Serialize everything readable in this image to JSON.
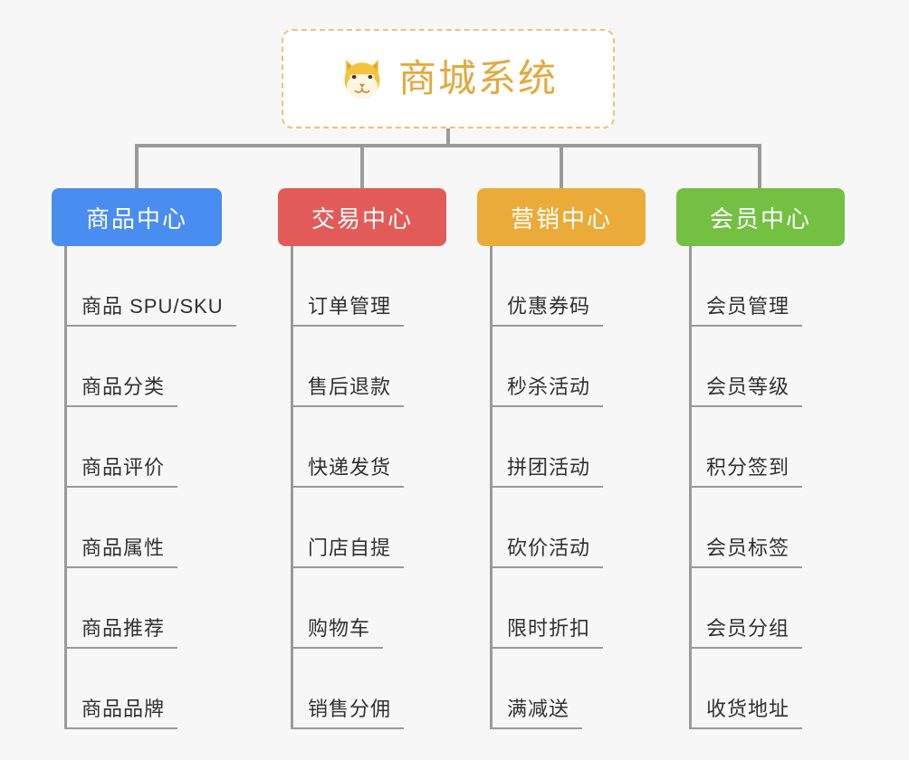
{
  "diagram": {
    "title": "商城系统",
    "root_icon": "shiba-dog-face-icon",
    "background_color": "#f7f7f7",
    "root": {
      "label": "商城系统",
      "border_color": "#f0c070",
      "text_color": "#e3a93e",
      "background_color": "#ffffff"
    },
    "connector_color": "#9a9a9a",
    "columns": [
      {
        "id": "product-center",
        "header": "商品中心",
        "color": "#4a8df0",
        "items": [
          "商品 SPU/SKU",
          "商品分类",
          "商品评价",
          "商品属性",
          "商品推荐",
          "商品品牌"
        ]
      },
      {
        "id": "trade-center",
        "header": "交易中心",
        "color": "#e35b59",
        "items": [
          "订单管理",
          "售后退款",
          "快递发货",
          "门店自提",
          "购物车",
          "销售分佣"
        ]
      },
      {
        "id": "marketing-center",
        "header": "营销中心",
        "color": "#eaab38",
        "items": [
          "优惠券码",
          "秒杀活动",
          "拼团活动",
          "砍价活动",
          "限时折扣",
          "满减送"
        ]
      },
      {
        "id": "member-center",
        "header": "会员中心",
        "color": "#74c043",
        "items": [
          "会员管理",
          "会员等级",
          "积分签到",
          "会员标签",
          "会员分组",
          "收货地址"
        ]
      }
    ]
  }
}
